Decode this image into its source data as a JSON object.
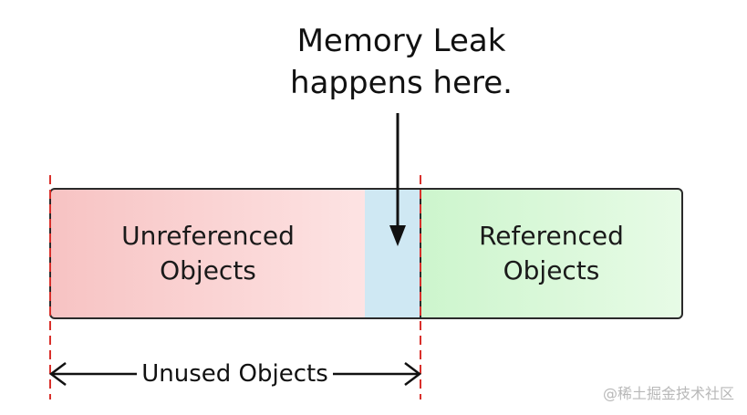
{
  "caption": {
    "line1": "Memory Leak",
    "line2": "happens here."
  },
  "regions": {
    "unreferenced": {
      "line1": "Unreferenced",
      "line2": "Objects",
      "color": "#f7c3c3"
    },
    "leak": {
      "color": "#cfe8f3"
    },
    "referenced": {
      "line1": "Referenced",
      "line2": "Objects",
      "color": "#cdf5cd"
    }
  },
  "span": {
    "label": "Unused Objects"
  },
  "marker_color": "#d9302b",
  "watermark": "@稀土掘金技术社区"
}
